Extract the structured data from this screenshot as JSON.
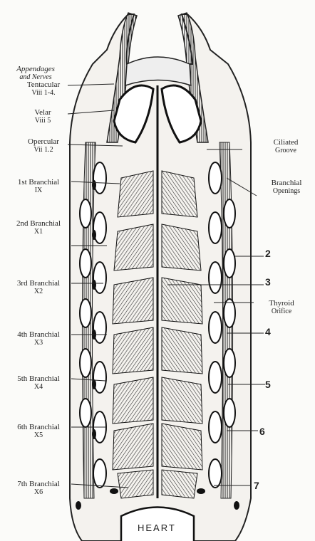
{
  "labels_left": [
    {
      "key": "appendages",
      "line1": "Appendages",
      "line2": "and Nerves"
    },
    {
      "key": "tentacular",
      "line1": "Tentacular",
      "line2": "Viii 1-4."
    },
    {
      "key": "velar",
      "line1": "Velar",
      "line2": "Viii 5"
    },
    {
      "key": "opercular",
      "line1": "Opercular",
      "line2": "Vii 1.2"
    },
    {
      "key": "branchial1",
      "line1": "1st Branchial",
      "line2": "IX"
    },
    {
      "key": "branchial2",
      "line1": "2nd Branchial",
      "line2": "X1"
    },
    {
      "key": "branchial3",
      "line1": "3rd Branchial",
      "line2": "X2"
    },
    {
      "key": "branchial4",
      "line1": "4th Branchial",
      "line2": "X3"
    },
    {
      "key": "branchial5",
      "line1": "5th Branchial",
      "line2": "X4"
    },
    {
      "key": "branchial6",
      "line1": "6th Branchial",
      "line2": "X5"
    },
    {
      "key": "branchial7",
      "line1": "7th Branchial",
      "line2": "X6"
    }
  ],
  "labels_right": [
    {
      "key": "ciliated",
      "line1": "Ciliated",
      "line2": "Groove"
    },
    {
      "key": "openings",
      "line1": "Branchial",
      "line2": "Openings"
    },
    {
      "key": "thyroid",
      "line1": "Thyroid",
      "line2": "Orifice"
    }
  ],
  "numbers": [
    "2",
    "3",
    "4",
    "5",
    "6",
    "7"
  ],
  "heart_label": "HEART"
}
